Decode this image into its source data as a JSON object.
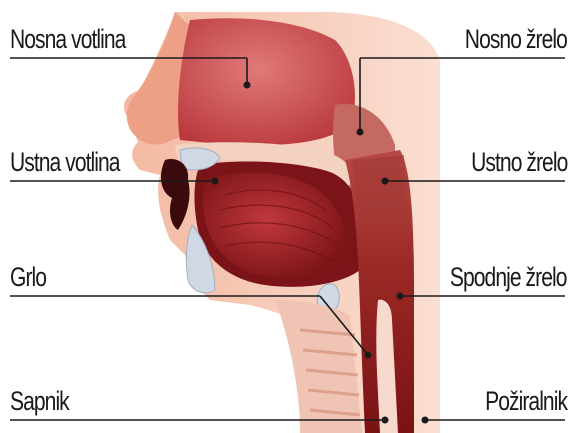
{
  "diagram": {
    "labels_left": [
      "Nosna votlina",
      "Ustna votlina",
      "Grlo",
      "Sapnik"
    ],
    "labels_right": [
      "Nosno žrelo",
      "Ustno žrelo",
      "Spodnje žrelo",
      "Požiralnik"
    ],
    "colors": {
      "skin": "#f6c7b2",
      "skin_dark": "#e9a48a",
      "nasal": "#c8444a",
      "oral": "#9c1e24",
      "pharynx": "#8a1418",
      "line": "#1a1a1a"
    }
  }
}
